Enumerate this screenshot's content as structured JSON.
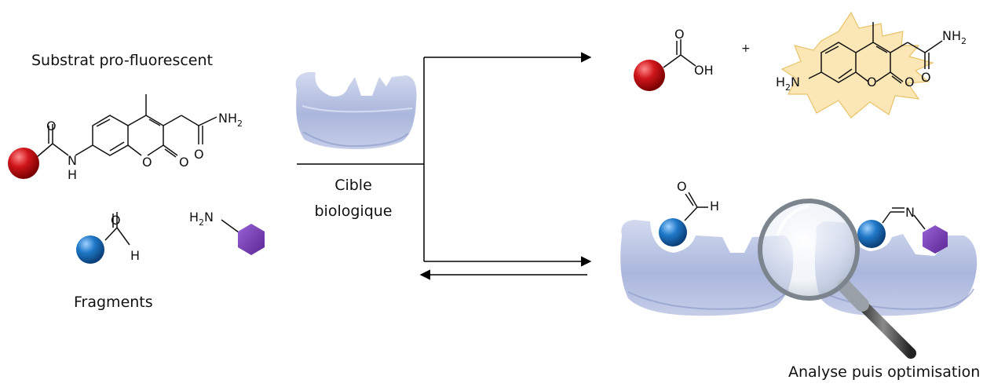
{
  "labels": {
    "substrate": "Substrat pro-fluorescent",
    "fragments": "Fragments",
    "target_line1": "Cible",
    "target_line2": "biologique",
    "analysis": "Analyse puis optimisation"
  },
  "atoms": {
    "O": "O",
    "N": "N",
    "H": "H",
    "NH2": "NH",
    "H2N": "H",
    "OH": "OH",
    "sub2": "2",
    "plus": "+"
  },
  "colors": {
    "red_sphere": "#d0161b",
    "blue_sphere": "#1f78c8",
    "purple_hex": "#7a3fb3",
    "protein": "#b3bfe0",
    "fluorescence_glow": "#fbe7b5",
    "arrow": "#000000"
  }
}
